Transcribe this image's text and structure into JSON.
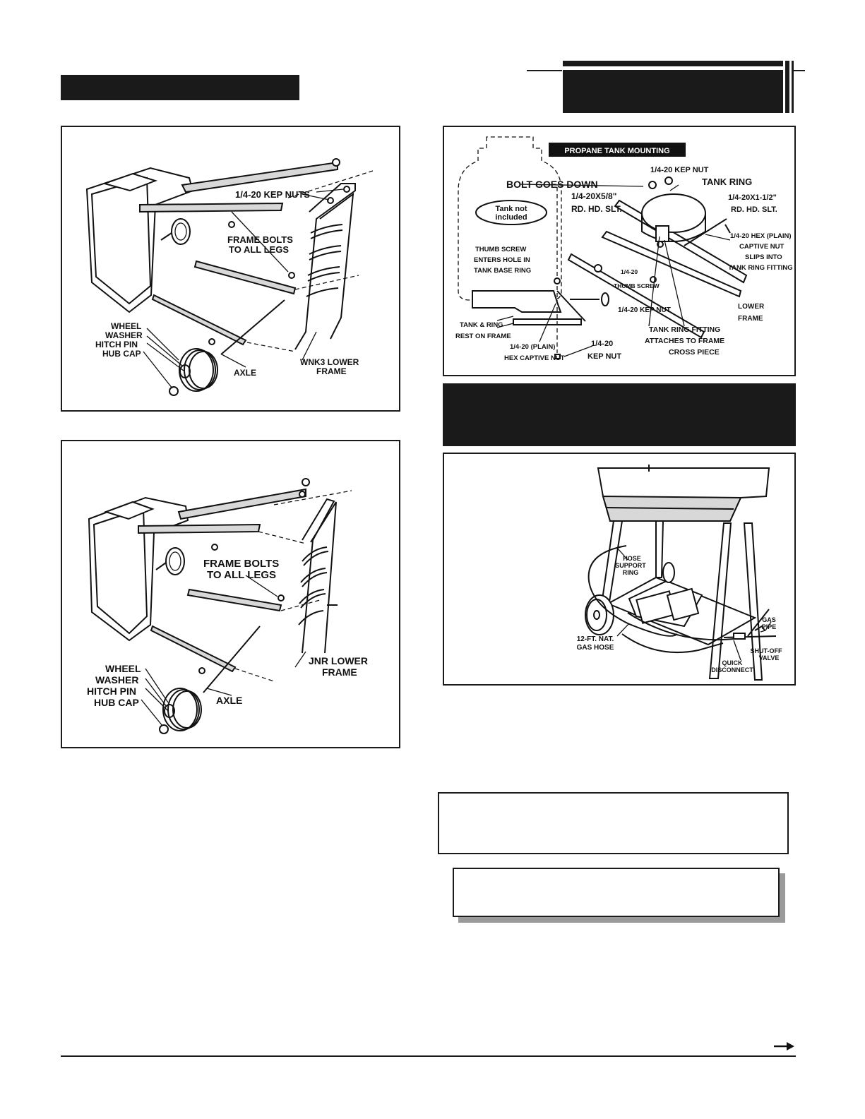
{
  "figure_wnk3": {
    "labels": {
      "kep_nuts": "1/4-20 KEP NUTS",
      "frame_bolts_1": "FRAME BOLTS",
      "frame_bolts_2": "TO ALL LEGS",
      "wheel": "WHEEL",
      "washer": "WASHER",
      "hitch_pin": "HITCH PIN",
      "hub_cap": "HUB CAP",
      "axle": "AXLE",
      "lower_frame_1": "WNK3 LOWER",
      "lower_frame_2": "FRAME"
    }
  },
  "figure_jnr": {
    "labels": {
      "frame_bolts_1": "FRAME BOLTS",
      "frame_bolts_2": "TO ALL LEGS",
      "wheel": "WHEEL",
      "washer": "WASHER",
      "hitch_pin": "HITCH PIN",
      "hub_cap": "HUB CAP",
      "axle": "AXLE",
      "lower_frame_1": "JNR LOWER",
      "lower_frame_2": "FRAME"
    }
  },
  "figure_propane": {
    "title": "PROPANE TANK MOUNTING",
    "labels": {
      "tank_not_1": "Tank not",
      "tank_not_2": "included",
      "bolt_goes_down": "BOLT GOES DOWN",
      "bolt_58_1": "1/4-20X5/8\"",
      "bolt_58_2": "RD. HD. SLT.",
      "kep_nut_top": "1/4-20 KEP NUT",
      "tank_ring": "TANK RING",
      "bolt_112_1": "1/4-20X1-1/2\"",
      "bolt_112_2": "RD. HD. SLT.",
      "hex_1": "1/4-20 HEX (PLAIN)",
      "hex_2": "CAPTIVE NUT",
      "hex_3": "SLIPS INTO",
      "hex_4": "TANK RING FITTING",
      "thumb_1": "THUMB SCREW",
      "thumb_2": "ENTERS HOLE IN",
      "thumb_3": "TANK BASE RING",
      "thumb_screw_1": "1/4-20",
      "thumb_screw_2": "THUMB SCREW",
      "kep_nut_mid": "1/4-20 KEP NUT",
      "lower_frame_1": "LOWER",
      "lower_frame_2": "FRAME",
      "tank_rest_1": "TANK & RING",
      "tank_rest_2": "REST ON FRAME",
      "plain_1": "1/4-20 (PLAIN)",
      "plain_2": "HEX CAPTIVE NUT",
      "kep_bottom_1": "1/4-20",
      "kep_bottom_2": "KEP NUT",
      "fitting_1": "TANK RING FITTING",
      "fitting_2": "ATTACHES TO FRAME",
      "fitting_3": "CROSS PIECE"
    }
  },
  "figure_gas": {
    "labels": {
      "hose_1": "HOSE",
      "hose_2": "SUPPORT",
      "hose_3": "RING",
      "gas_pipe_1": "GAS",
      "gas_pipe_2": "PIPE",
      "nat_1": "12-FT. NAT.",
      "nat_2": "GAS HOSE",
      "shutoff_1": "SHUT-OFF",
      "shutoff_2": "VALVE",
      "quick_1": "QUICK",
      "quick_2": "DISCONNECT"
    }
  }
}
